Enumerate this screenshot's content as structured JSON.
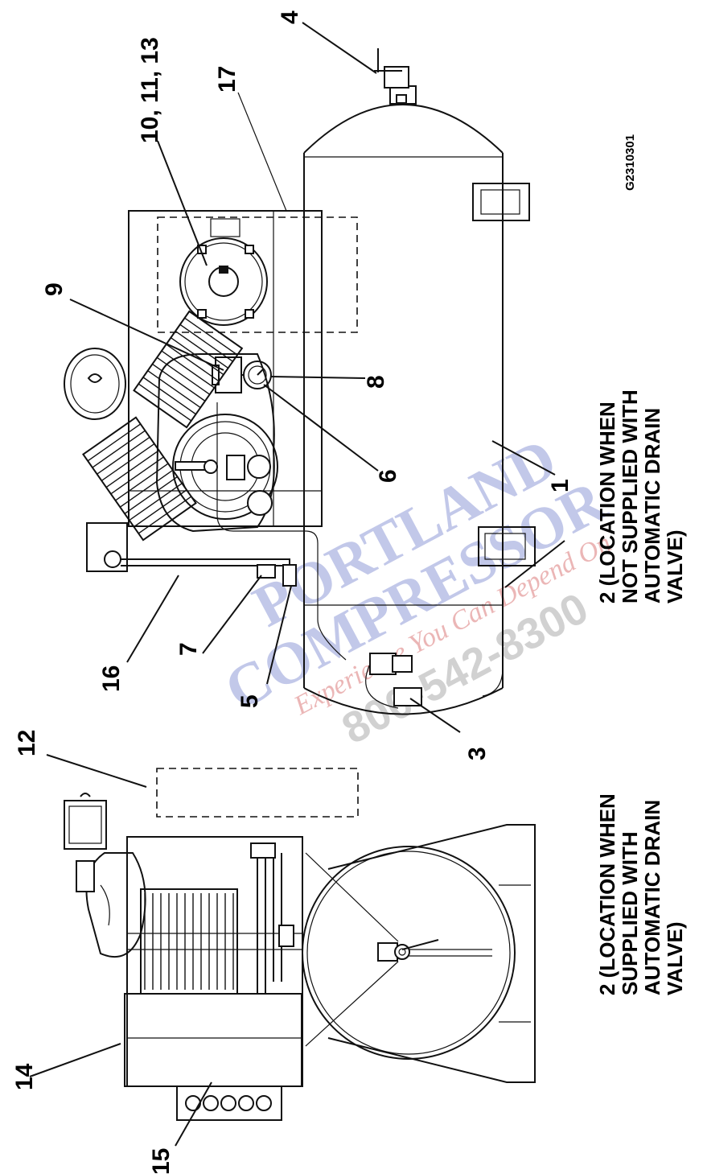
{
  "callouts": {
    "c1": "1",
    "c2": "2",
    "c3": "3",
    "c4": "4",
    "c5": "5",
    "c6": "6",
    "c7": "7",
    "c8": "8",
    "c9": "9",
    "c10": "10, 11, 13",
    "c12": "12",
    "c14": "14",
    "c15": "15",
    "c16": "16",
    "c17": "17"
  },
  "notes": {
    "not_supplied": [
      "2 (LOCATION WHEN",
      "NOT SUPPLIED WITH",
      "AUTOMATIC DRAIN",
      "VALVE)"
    ],
    "supplied": [
      "2 (LOCATION WHEN",
      "SUPPLIED WITH",
      "AUTOMATIC DRAIN",
      "VALVE)"
    ]
  },
  "figure_code": "G2310301",
  "watermark": {
    "line1": "PORTLAND",
    "line2": "COMPRESSOR",
    "tagline": "Experience You Can Depend On",
    "phone": "800-542-8300"
  }
}
